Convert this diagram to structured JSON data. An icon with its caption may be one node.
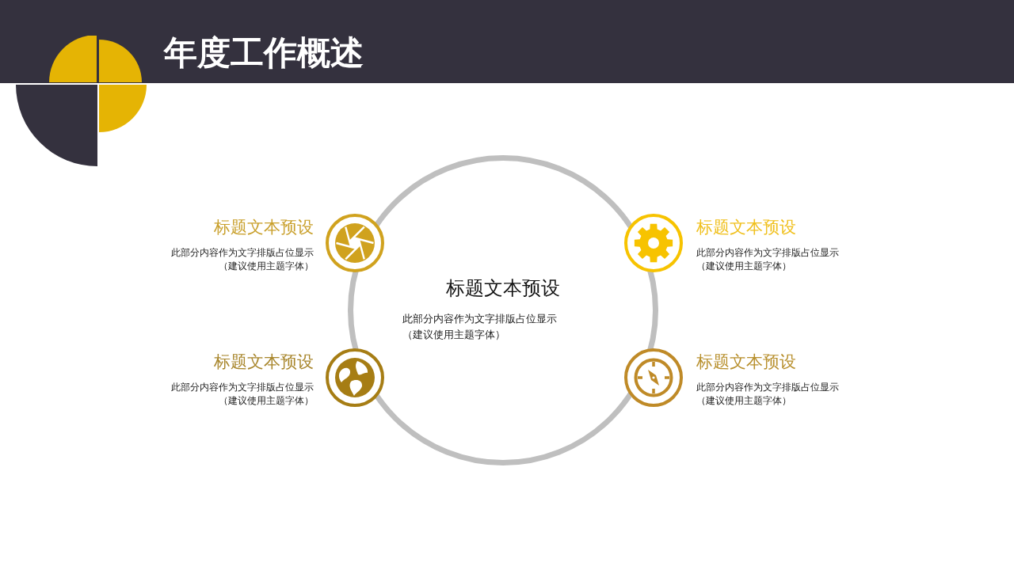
{
  "diagram": {
    "title": "年度工作概述",
    "nodes": [
      {
        "text": [
          "标题文本预设",
          "此部分内容作为文字排版占位显示（建议使用主题字体）"
        ]
      },
      {
        "text": [],
        "shape": "circle",
        "beside": [
          "标题文本预设",
          "此部分内容作为文字排版占位显示（建议使用主题字体）"
        ]
      },
      {
        "text": [],
        "shape": "circle",
        "beside": [
          "标题文本预设",
          "此部分内容作为文字排版占位显示（建议使用主题字体）"
        ]
      },
      {
        "text": [],
        "shape": "circle",
        "beside": [
          "标题文本预设",
          "此部分内容作为文字排版占位显示（建议使用主题字体）"
        ]
      },
      {
        "text": [],
        "shape": "circle",
        "beside": [
          "标题文本预设",
          "此部分内容作为文字排版占位显示（建议使用主题字体）"
        ]
      }
    ]
  }
}
